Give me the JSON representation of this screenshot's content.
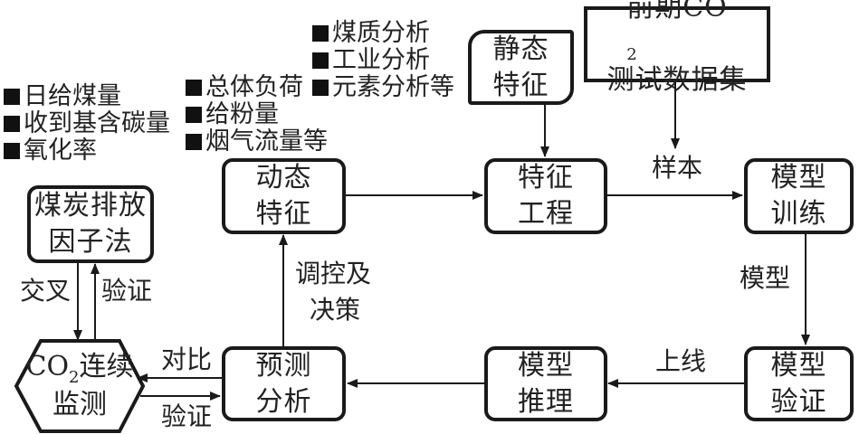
{
  "bullet_groups": {
    "coal_factor": [
      "日给煤量",
      "收到基含碳量",
      "氧化率"
    ],
    "dynamic": [
      "总体负荷",
      "给粉量",
      "烟气流量等"
    ],
    "static": [
      "煤质分析",
      "工业分析",
      "元素分析等"
    ]
  },
  "nodes": {
    "coal_factor": {
      "line1": "煤炭排放",
      "line2": "因子法"
    },
    "cems": {
      "line1_prefix": "CO",
      "line1_sub": "2",
      "line1_suffix": "连续",
      "line2": "监测"
    },
    "dynamic": {
      "line1": "动态",
      "line2": "特征"
    },
    "predict": {
      "line1": "预测",
      "line2": "分析"
    },
    "static": {
      "line1": "静态",
      "line2": "特征"
    },
    "dataset": {
      "line1_prefix": "前期CO",
      "line1_sub": "2",
      "line2": "测试数据集"
    },
    "feature_eng": {
      "line1": "特征",
      "line2": "工程"
    },
    "train": {
      "line1": "模型",
      "line2": "训练"
    },
    "inference": {
      "line1": "模型",
      "line2": "推理"
    },
    "validate": {
      "line1": "模型",
      "line2": "验证"
    }
  },
  "edge_labels": {
    "cross": "交叉",
    "verify_up": "验证",
    "control_line1": "调控及",
    "control_line2": "决策",
    "compare": "对比",
    "verify_bottom": "验证",
    "sample": "样本",
    "model": "模型",
    "online": "上线"
  }
}
